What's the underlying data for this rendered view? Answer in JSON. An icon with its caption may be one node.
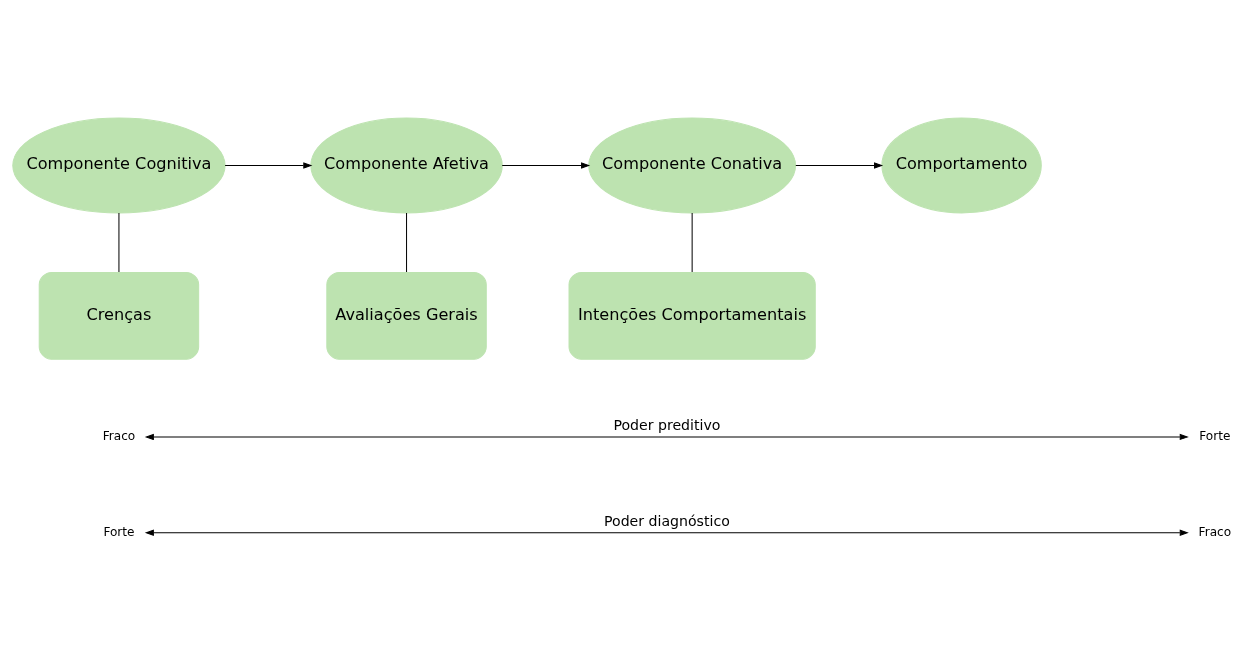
{
  "diagram": {
    "nodes": [
      {
        "text": [
          "Componente Cognitiva"
        ]
      },
      {
        "text": [
          "Componente Afetiva"
        ]
      },
      {
        "text": [
          "Componente Conativa"
        ]
      },
      {
        "text": [
          "Comportamento"
        ]
      },
      {
        "text": [
          "Crenças"
        ]
      },
      {
        "text": [
          "Avaliações Gerais"
        ]
      },
      {
        "text": [
          "Intenções Comportamentais"
        ]
      },
      {
        "text": [
          "Fraco"
        ]
      },
      {
        "text": [
          "Forte"
        ]
      },
      {
        "text": [
          "Forte"
        ]
      },
      {
        "text": [
          "Fraco"
        ]
      }
    ],
    "edges": [
      {
        "from": 0,
        "to": 1,
        "arrow": "to"
      },
      {
        "from": 1,
        "to": 2,
        "arrow": "to"
      },
      {
        "from": 2,
        "to": 3,
        "arrow": "to"
      },
      {
        "from": 0,
        "to": 4,
        "arrow": "none"
      },
      {
        "from": 1,
        "to": 5,
        "arrow": "none"
      },
      {
        "from": 2,
        "to": 6,
        "arrow": "none"
      },
      {
        "from": 7,
        "to": 8,
        "arrow": "both",
        "label": "Poder preditivo"
      },
      {
        "from": 9,
        "to": 10,
        "arrow": "both",
        "label": "Poder diagnóstico"
      }
    ]
  }
}
